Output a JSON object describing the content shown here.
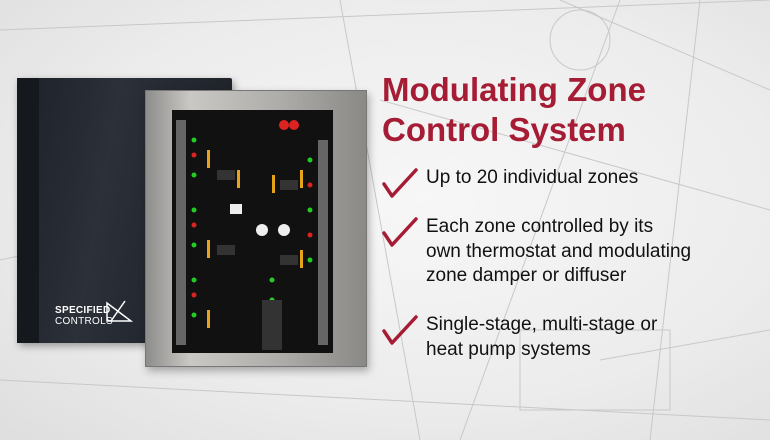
{
  "heading": {
    "line1": "Modulating Zone",
    "line2": "Control System"
  },
  "bullets": [
    {
      "icon": "checkmark-icon",
      "lines": [
        "Up to 20 individual zones"
      ]
    },
    {
      "icon": "checkmark-icon",
      "lines": [
        "Each zone controlled by its",
        "own thermostat and modulating",
        "zone damper or diffuser"
      ]
    },
    {
      "icon": "checkmark-icon",
      "lines": [
        "Single-stage, multi-stage or",
        "heat pump systems"
      ]
    }
  ],
  "product": {
    "logo_line1": "SPECIFIED",
    "logo_line2": "CONTROLS"
  },
  "colors": {
    "accent": "#a51c34",
    "text": "#111111",
    "background": "#ededed"
  }
}
